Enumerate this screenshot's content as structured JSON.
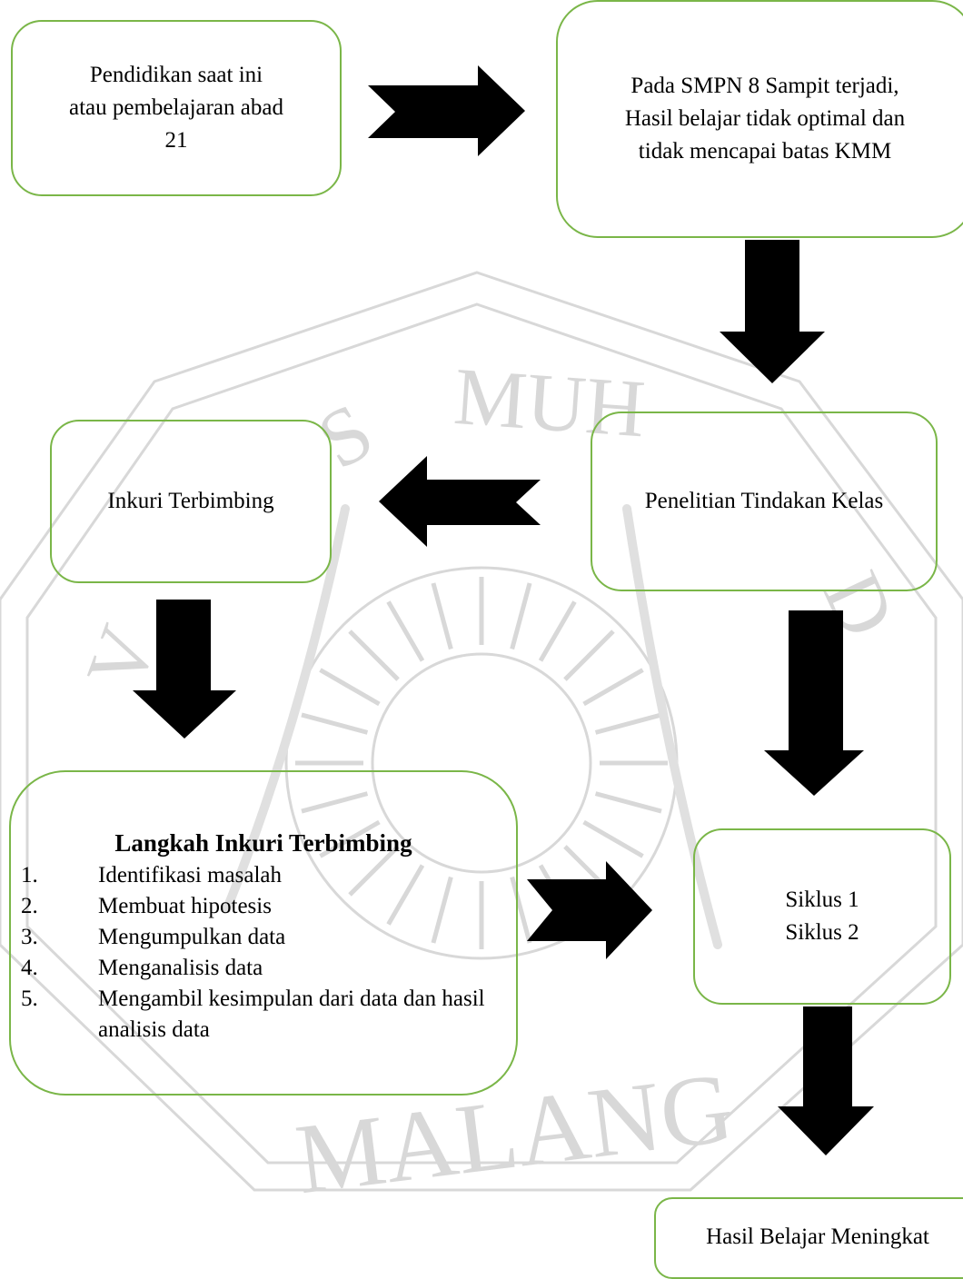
{
  "diagram": {
    "box_top_left": {
      "lines": [
        "Pendidikan saat ini",
        "atau pembelajaran abad",
        "21"
      ]
    },
    "box_top_right": {
      "lines": [
        "Pada SMPN 8 Sampit terjadi,",
        "Hasil belajar tidak optimal dan",
        "tidak mencapai batas KMM"
      ]
    },
    "box_inkuri": {
      "label": "Inkuri Terbimbing"
    },
    "box_ptk": {
      "label": "Penelitian Tindakan Kelas"
    },
    "box_steps": {
      "title": "Langkah Inkuri Terbimbing",
      "items": [
        {
          "num": "1.",
          "text": "Identifikasi  masalah"
        },
        {
          "num": "2.",
          "text": "Membuat hipotesis"
        },
        {
          "num": "3.",
          "text": "Mengumpulkan data"
        },
        {
          "num": "4.",
          "text": "Menganalisis data"
        },
        {
          "num": "5.",
          "text": "Mengambil kesimpulan dari data dan hasil analisis data"
        }
      ]
    },
    "box_siklus": {
      "lines": [
        "Siklus 1",
        "Siklus 2"
      ]
    },
    "box_result": {
      "label": "Hasil Belajar Meningkat"
    }
  },
  "watermark": {
    "top_text": "MUH",
    "bottom_text": "MALANG",
    "color": "#d3d3d3"
  },
  "colors": {
    "box_border": "#7ab648",
    "arrow": "#000000"
  }
}
